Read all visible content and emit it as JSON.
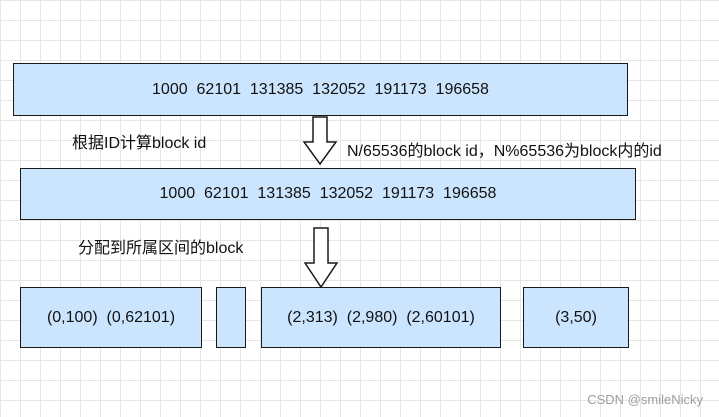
{
  "row1": {
    "text": "1000  62101  131385  132052  191173  196658"
  },
  "step1": {
    "left_label": "根据ID计算block id",
    "right_label": "N/65536的block id，N%65536为block内的id"
  },
  "row2": {
    "text": "1000  62101  131385  132052  191173  196658"
  },
  "step2": {
    "label": "分配到所属区间的block"
  },
  "blocks": [
    {
      "text": "(0,100)  (0,62101)"
    },
    {
      "text": ""
    },
    {
      "text": "(2,313)  (2,980)  (2,60101)"
    },
    {
      "text": "(3,50)"
    }
  ],
  "watermark": "CSDN @smileNicky",
  "colors": {
    "box_fill": "#cce5ff",
    "border": "#1a1a1a",
    "grid": "#e6e6e6"
  }
}
